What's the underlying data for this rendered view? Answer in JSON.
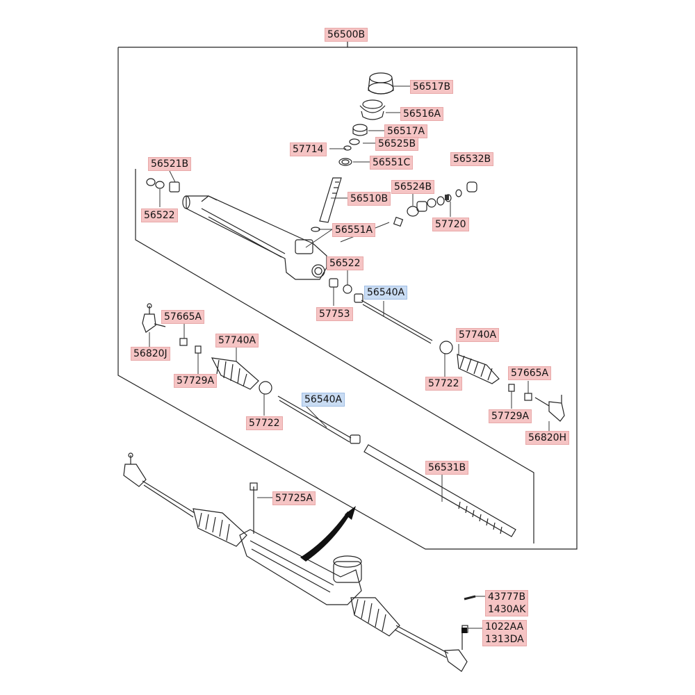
{
  "labels": {
    "corner": "",
    "assembly": "56500B",
    "p56517B": "56517B",
    "p56516A": "56516A",
    "p56517A": "56517A",
    "p57714": "57714",
    "p56525B": "56525B",
    "p56551C": "56551C",
    "p56532B": "56532B",
    "p56521B": "56521B",
    "p56524B": "56524B",
    "p56510B": "56510B",
    "p56522a": "56522",
    "p57720": "57720",
    "p56551A": "56551A",
    "p56522b": "56522",
    "p56540A_top": "56540A",
    "p57753": "57753",
    "p57665A_l": "57665A",
    "p56820J": "56820J",
    "p57740A_l": "57740A",
    "p57740A_r": "57740A",
    "p57729A_l": "57729A",
    "p57722_r": "57722",
    "p57665A_r": "57665A",
    "p56540A_mid": "56540A",
    "p57722_l": "57722",
    "p57729A_r": "57729A",
    "p56820H": "56820H",
    "p56531B": "56531B",
    "p57725A": "57725A",
    "p43777B": "43777B",
    "p1430AK": "1430AK",
    "p1022AA": "1022AA",
    "p1313DA": "1313DA"
  },
  "colors": {
    "label_fill": "#f5c4c4",
    "label_fill_blue": "#c9dcf3",
    "line": "#222222"
  }
}
